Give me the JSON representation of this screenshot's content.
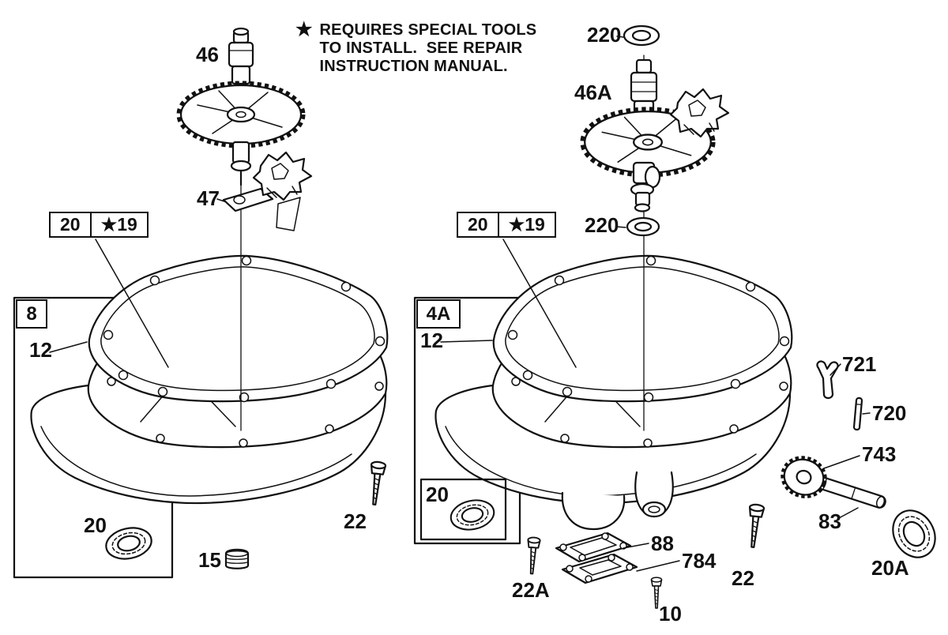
{
  "note": {
    "star": "★",
    "line1": "REQUIRES SPECIAL TOOLS",
    "line2": "TO INSTALL.  SEE REPAIR",
    "line3": "INSTRUCTION MANUAL."
  },
  "combo_left": {
    "part": "20",
    "star_part": "★19"
  },
  "combo_right": {
    "part": "20",
    "star_part": "★19"
  },
  "callouts": {
    "c46": "46",
    "c47": "47",
    "c220_top": "220",
    "c220_mid": "220",
    "c46A": "46A",
    "group8": "8",
    "group4A": "4A",
    "c12_left": "12",
    "c12_right": "12",
    "c721": "721",
    "c720": "720",
    "c743": "743",
    "c83": "83",
    "c20_left": "20",
    "c20_right": "20",
    "c20A": "20A",
    "c22_left": "22",
    "c22_right": "22",
    "c22A": "22A",
    "c15": "15",
    "c88": "88",
    "c784": "784",
    "c10": "10"
  },
  "colors": {
    "ink": "#111111",
    "paper": "#ffffff"
  }
}
